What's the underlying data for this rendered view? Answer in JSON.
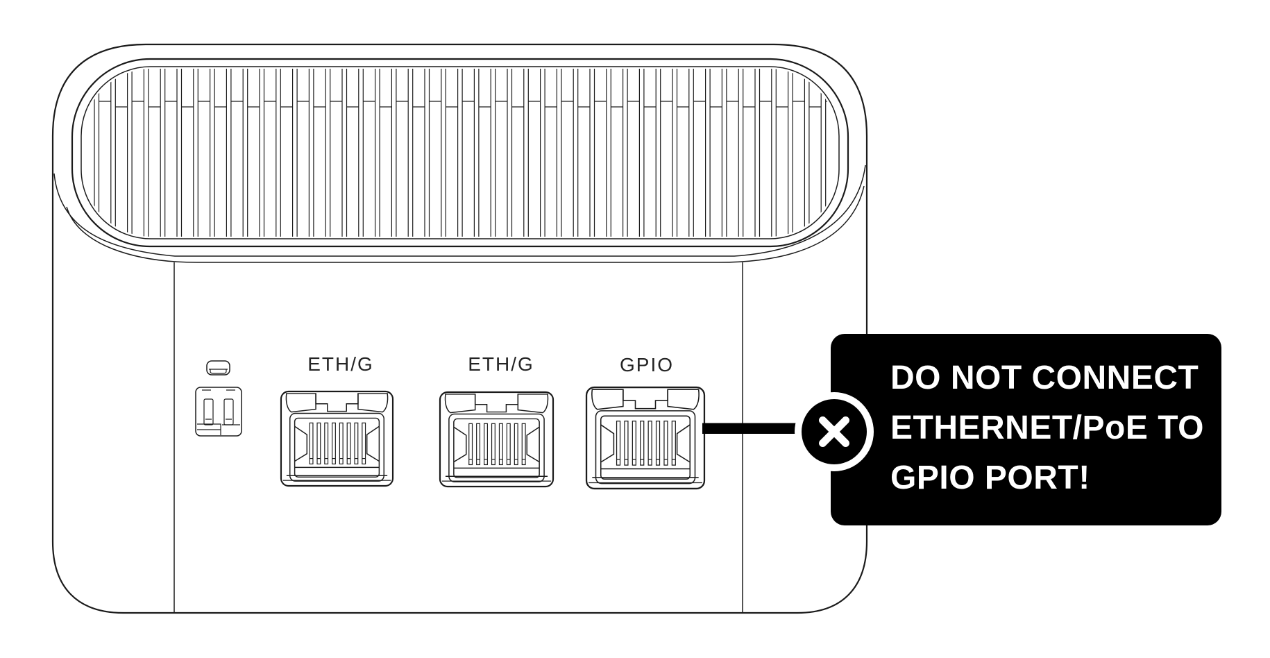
{
  "device": {
    "name": "network-gateway-rear-panel",
    "ports": [
      {
        "label": "ETH/G",
        "type": "rj45-jack"
      },
      {
        "label": "ETH/G",
        "type": "rj45-jack"
      },
      {
        "label": "GPIO",
        "type": "rj45-jack"
      }
    ],
    "other_connectors": [
      {
        "name": "reset-slot"
      },
      {
        "name": "power-terminal-2pin"
      }
    ]
  },
  "warning_callout": {
    "line1": "DO NOT CONNECT",
    "line2": "ETHERNET/PoE TO",
    "line3": "GPIO PORT!",
    "icon": "x-circle-icon",
    "background_color": "#000000",
    "text_color": "#ffffff"
  },
  "colors": {
    "line_color": "#1b1b1b",
    "background": "#ffffff"
  }
}
